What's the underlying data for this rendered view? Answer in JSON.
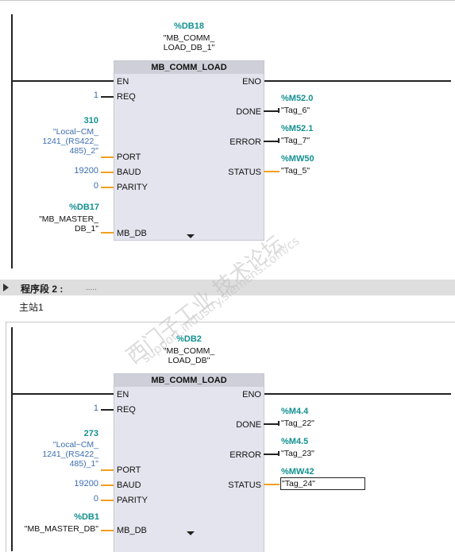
{
  "network1": {
    "instance_addr": "%DB18",
    "instance_name": "\"MB_COMM_\nLOAD_DB_1\"",
    "block_title": "MB_COMM_LOAD",
    "in_pins": [
      "EN",
      "REQ",
      "PORT",
      "BAUD",
      "PARITY",
      "MB_DB"
    ],
    "out_pins": [
      "ENO",
      "DONE",
      "ERROR",
      "STATUS"
    ],
    "req_value": "1",
    "port_addr": "310",
    "port_tag": "\"Local~CM_\n1241_(RS422_\n485)_2\"",
    "baud_value": "19200",
    "parity_value": "0",
    "mbdb_addr": "%DB17",
    "mbdb_tag": "\"MB_MASTER_\nDB_1\"",
    "done_addr": "%M52.0",
    "done_tag": "\"Tag_6\"",
    "error_addr": "%M52.1",
    "error_tag": "\"Tag_7\"",
    "status_addr": "%MW50",
    "status_tag": "\"Tag_5\""
  },
  "segment2": {
    "label": "程序段 2 :",
    "comment_dots": ".....",
    "title": "主站1"
  },
  "network2": {
    "instance_addr": "%DB2",
    "instance_name": "\"MB_COMM_\nLOAD_DB\"",
    "block_title": "MB_COMM_LOAD",
    "in_pins": [
      "EN",
      "REQ",
      "PORT",
      "BAUD",
      "PARITY",
      "MB_DB"
    ],
    "out_pins": [
      "ENO",
      "DONE",
      "ERROR",
      "STATUS"
    ],
    "req_value": "1",
    "port_addr": "273",
    "port_tag": "\"Local~CM_\n1241_(RS422_\n485)_1\"",
    "baud_value": "19200",
    "parity_value": "0",
    "mbdb_addr": "%DB1",
    "mbdb_tag": "\"MB_MASTER_DB\"",
    "done_addr": "%M4.4",
    "done_tag": "\"Tag_22\"",
    "error_addr": "%M4.5",
    "error_tag": "\"Tag_23\"",
    "status_addr": "%MW42",
    "status_tag": "\"Tag_24\""
  },
  "watermark": {
    "line1": "西门子工业  技术论坛",
    "line2": "support.industry.siemens.com/cs"
  }
}
